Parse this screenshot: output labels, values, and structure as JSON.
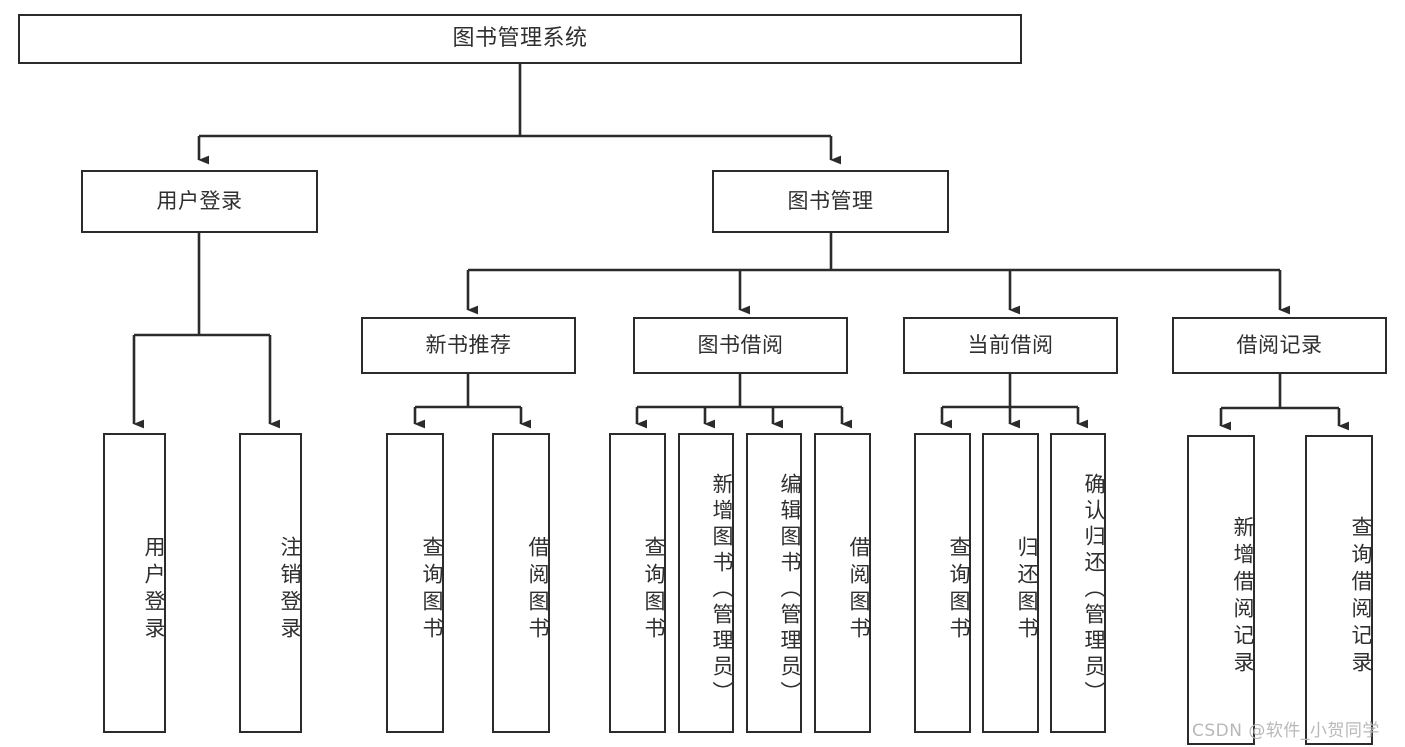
{
  "diagram": {
    "type": "tree-hierarchy",
    "title": "图书管理系统",
    "watermark": "CSDN @软件_小贺同学",
    "colors": {
      "stroke": "#2b2b2b",
      "text": "#2f2f2f",
      "background": "#ffffff",
      "watermark": "#b8b8b8"
    },
    "root": {
      "label": "图书管理系统"
    },
    "level1": [
      {
        "label": "用户登录"
      },
      {
        "label": "图书管理"
      }
    ],
    "level2": [
      {
        "label": "新书推荐"
      },
      {
        "label": "图书借阅"
      },
      {
        "label": "当前借阅"
      },
      {
        "label": "借阅记录"
      }
    ],
    "leaves": {
      "user_login": [
        {
          "label": "用户登录"
        },
        {
          "label": "注销登录"
        }
      ],
      "new_book_recommend": [
        {
          "label": "查询图书"
        },
        {
          "label": "借阅图书"
        }
      ],
      "book_borrow": [
        {
          "label": "查询图书"
        },
        {
          "label": "新增图书（管理员）"
        },
        {
          "label": "编辑图书（管理员）"
        },
        {
          "label": "借阅图书"
        }
      ],
      "current_borrow": [
        {
          "label": "查询图书"
        },
        {
          "label": "归还图书"
        },
        {
          "label": "确认归还（管理员）"
        }
      ],
      "borrow_record": [
        {
          "label": "新增借阅记录"
        },
        {
          "label": "查询借阅记录"
        }
      ]
    }
  }
}
